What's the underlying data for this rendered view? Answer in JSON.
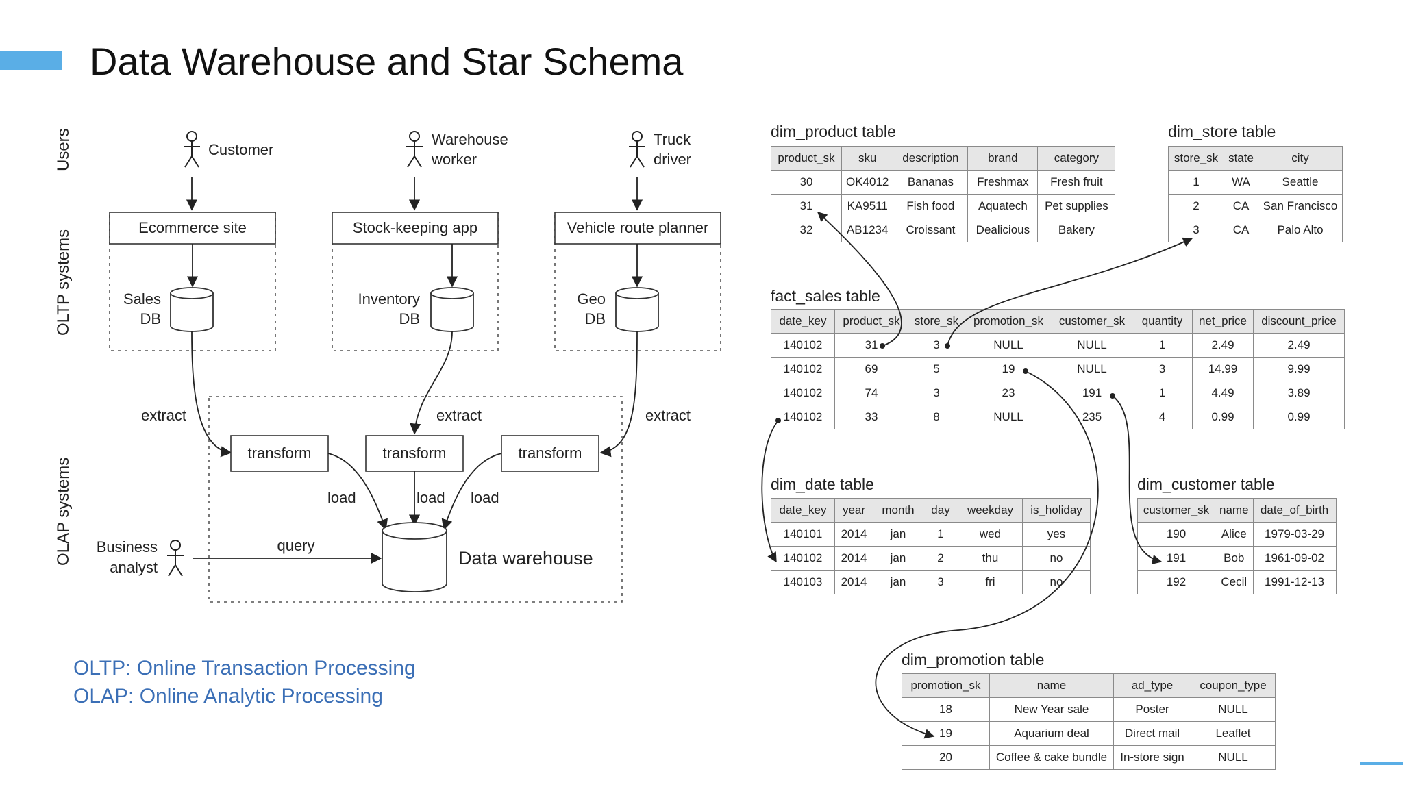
{
  "slide": {
    "title": "Data Warehouse and Star Schema"
  },
  "legend": {
    "oltp": "OLTP:  Online Transaction Processing",
    "olap": "OLAP: Online Analytic Processing"
  },
  "architecture": {
    "side_labels": {
      "users": "Users",
      "oltp": "OLTP systems",
      "olap": "OLAP systems"
    },
    "users": {
      "customer": [
        "Customer"
      ],
      "warehouse_worker": [
        "Warehouse",
        "worker"
      ],
      "truck_driver": [
        "Truck",
        "driver"
      ],
      "business_analyst": [
        "Business",
        "analyst"
      ]
    },
    "apps": {
      "ecommerce": "Ecommerce site",
      "stock": "Stock-keeping app",
      "route": "Vehicle route planner"
    },
    "dbs": {
      "sales": [
        "Sales",
        "DB"
      ],
      "inventory": [
        "Inventory",
        "DB"
      ],
      "geo": [
        "Geo",
        "DB"
      ]
    },
    "flow": {
      "extract": "extract",
      "transform": "transform",
      "load": "load",
      "query": "query"
    },
    "warehouse": "Data warehouse"
  },
  "star_schema": {
    "dim_product": {
      "caption": "dim_product table",
      "headers": [
        "product_sk",
        "sku",
        "description",
        "brand",
        "category"
      ],
      "rows": [
        [
          "30",
          "OK4012",
          "Bananas",
          "Freshmax",
          "Fresh fruit"
        ],
        [
          "31",
          "KA9511",
          "Fish food",
          "Aquatech",
          "Pet supplies"
        ],
        [
          "32",
          "AB1234",
          "Croissant",
          "Dealicious",
          "Bakery"
        ]
      ]
    },
    "dim_store": {
      "caption": "dim_store table",
      "headers": [
        "store_sk",
        "state",
        "city"
      ],
      "rows": [
        [
          "1",
          "WA",
          "Seattle"
        ],
        [
          "2",
          "CA",
          "San Francisco"
        ],
        [
          "3",
          "CA",
          "Palo Alto"
        ]
      ]
    },
    "fact_sales": {
      "caption": "fact_sales table",
      "headers": [
        "date_key",
        "product_sk",
        "store_sk",
        "promotion_sk",
        "customer_sk",
        "quantity",
        "net_price",
        "discount_price"
      ],
      "rows": [
        [
          "140102",
          "31",
          "3",
          "NULL",
          "NULL",
          "1",
          "2.49",
          "2.49"
        ],
        [
          "140102",
          "69",
          "5",
          "19",
          "NULL",
          "3",
          "14.99",
          "9.99"
        ],
        [
          "140102",
          "74",
          "3",
          "23",
          "191",
          "1",
          "4.49",
          "3.89"
        ],
        [
          "140102",
          "33",
          "8",
          "NULL",
          "235",
          "4",
          "0.99",
          "0.99"
        ]
      ]
    },
    "dim_date": {
      "caption": "dim_date table",
      "headers": [
        "date_key",
        "year",
        "month",
        "day",
        "weekday",
        "is_holiday"
      ],
      "rows": [
        [
          "140101",
          "2014",
          "jan",
          "1",
          "wed",
          "yes"
        ],
        [
          "140102",
          "2014",
          "jan",
          "2",
          "thu",
          "no"
        ],
        [
          "140103",
          "2014",
          "jan",
          "3",
          "fri",
          "no"
        ]
      ]
    },
    "dim_customer": {
      "caption": "dim_customer table",
      "headers": [
        "customer_sk",
        "name",
        "date_of_birth"
      ],
      "rows": [
        [
          "190",
          "Alice",
          "1979-03-29"
        ],
        [
          "191",
          "Bob",
          "1961-09-02"
        ],
        [
          "192",
          "Cecil",
          "1991-12-13"
        ]
      ]
    },
    "dim_promotion": {
      "caption": "dim_promotion table",
      "headers": [
        "promotion_sk",
        "name",
        "ad_type",
        "coupon_type"
      ],
      "rows": [
        [
          "18",
          "New Year sale",
          "Poster",
          "NULL"
        ],
        [
          "19",
          "Aquarium deal",
          "Direct mail",
          "Leaflet"
        ],
        [
          "20",
          "Coffee & cake bundle",
          "In-store sign",
          "NULL"
        ]
      ]
    }
  }
}
